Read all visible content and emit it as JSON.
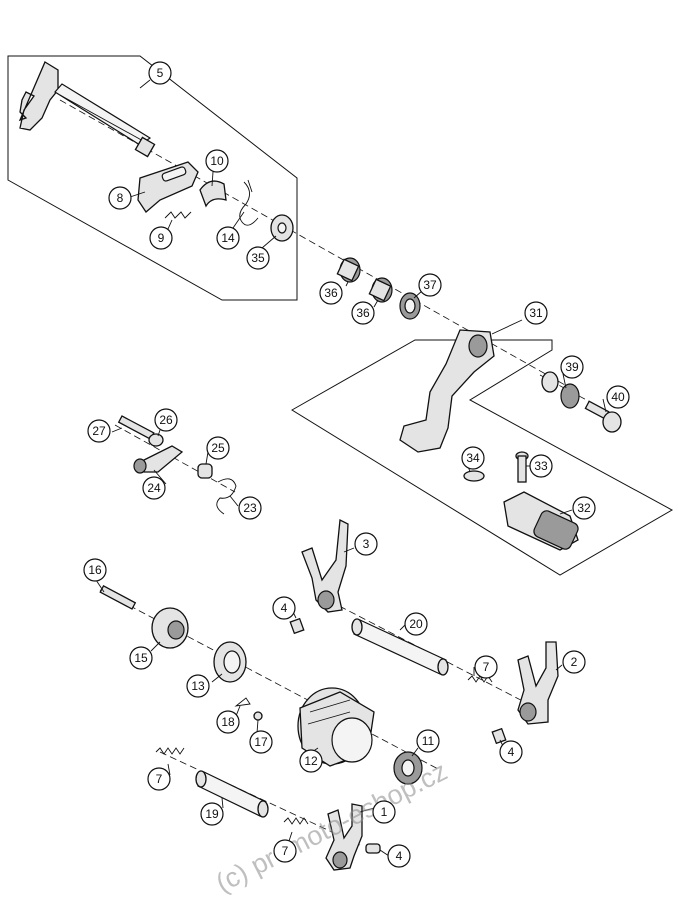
{
  "watermark": "(c) promoto-eshop.cz",
  "callouts": [
    {
      "label": "5"
    },
    {
      "label": "8"
    },
    {
      "label": "9"
    },
    {
      "label": "10"
    },
    {
      "label": "14"
    },
    {
      "label": "35"
    },
    {
      "label": "36"
    },
    {
      "label": "36"
    },
    {
      "label": "37"
    },
    {
      "label": "31"
    },
    {
      "label": "39"
    },
    {
      "label": "40"
    },
    {
      "label": "34"
    },
    {
      "label": "33"
    },
    {
      "label": "32"
    },
    {
      "label": "27"
    },
    {
      "label": "26"
    },
    {
      "label": "25"
    },
    {
      "label": "24"
    },
    {
      "label": "23"
    },
    {
      "label": "3"
    },
    {
      "label": "16"
    },
    {
      "label": "4"
    },
    {
      "label": "20"
    },
    {
      "label": "15"
    },
    {
      "label": "13"
    },
    {
      "label": "7"
    },
    {
      "label": "2"
    },
    {
      "label": "18"
    },
    {
      "label": "17"
    },
    {
      "label": "11"
    },
    {
      "label": "12"
    },
    {
      "label": "4"
    },
    {
      "label": "7"
    },
    {
      "label": "1"
    },
    {
      "label": "19"
    },
    {
      "label": "7"
    },
    {
      "label": "4"
    }
  ]
}
